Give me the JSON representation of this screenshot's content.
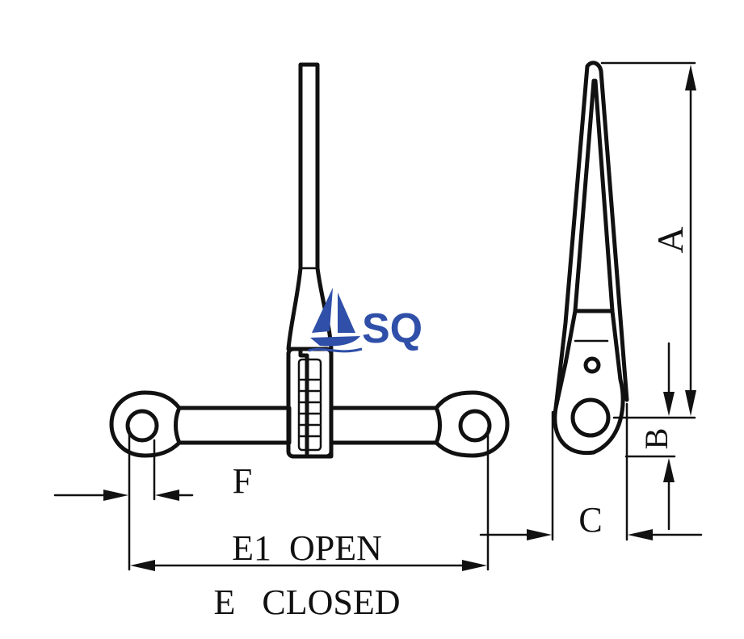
{
  "logo": {
    "text": "SQ",
    "color": "#2f4fa8",
    "icon": "sailboat-icon"
  },
  "dimensions": {
    "a": "A",
    "b": "B",
    "c": "C",
    "f": "F",
    "e1_open": "E1  OPEN",
    "e_closed": "E   CLOSED"
  },
  "colors": {
    "ink": "#111111",
    "background": "#ffffff"
  }
}
